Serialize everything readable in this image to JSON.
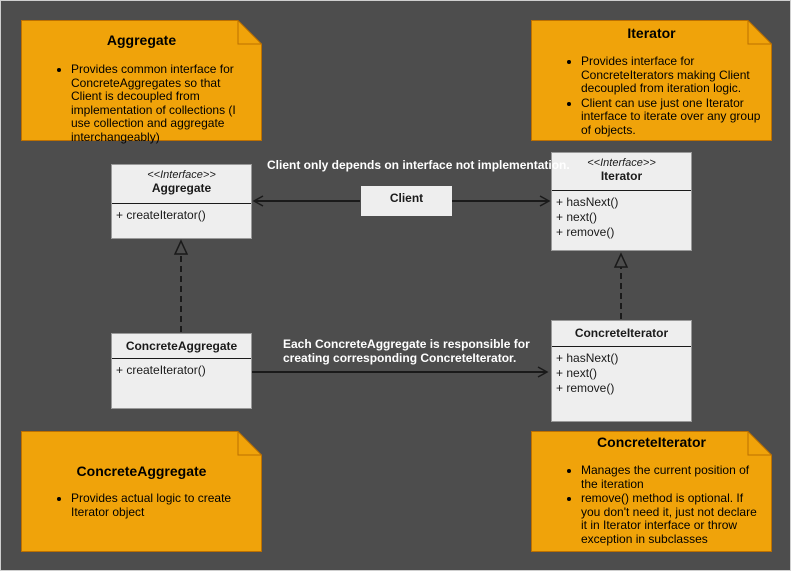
{
  "notes": {
    "aggregate": {
      "title": "Aggregate",
      "bullets": [
        "Provides common interface for ConcreteAggregates so that Client is decoupled from implementation of collections (I use collection and aggregate interchangeably)"
      ]
    },
    "iterator": {
      "title": "Iterator",
      "bullets": [
        "Provides interface for ConcreteIterators making Client decoupled from iteration logic.",
        "Client can use just one Iterator interface to iterate over any group of objects."
      ]
    },
    "concrete_aggregate": {
      "title": "ConcreteAggregate",
      "bullets": [
        "Provides actual logic to create Iterator object"
      ]
    },
    "concrete_iterator": {
      "title": "ConcreteIterator",
      "bullets": [
        "Manages the current position of the iteration",
        "remove() method is optional. If you don't need it, just not declare it in Iterator interface or throw exception in subclasses"
      ]
    }
  },
  "classes": {
    "aggregate": {
      "stereotype": "<<Interface>>",
      "name": "Aggregate",
      "methods": [
        "+ createIterator()"
      ]
    },
    "iterator": {
      "stereotype": "<<Interface>>",
      "name": "Iterator",
      "methods": [
        "+ hasNext()",
        "+ next()",
        "+ remove()"
      ]
    },
    "client": {
      "name": "Client"
    },
    "concrete_aggregate": {
      "name": "ConcreteAggregate",
      "methods": [
        "+ createIterator()"
      ]
    },
    "concrete_iterator": {
      "name": "ConcreteIterator",
      "methods": [
        "+ hasNext()",
        "+ next()",
        "+ remove()"
      ]
    }
  },
  "labels": {
    "client_dependency": "Client only depends on interface not implementation.",
    "creation_line1": "Each ConcreteAggregate is responsible for",
    "creation_line2": "creating corresponding ConcreteIterator."
  },
  "colors": {
    "background": "#4d4d4d",
    "note_fill": "#f0a30a",
    "note_stroke": "#bd7000",
    "class_fill": "#eeeeee",
    "line": "#1a1a1a"
  }
}
